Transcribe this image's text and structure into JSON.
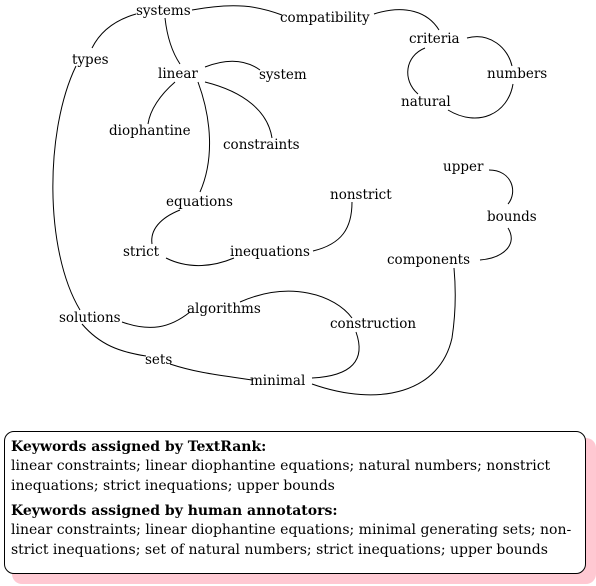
{
  "graph": {
    "nodes": {
      "systems": "systems",
      "compatibility": "compatibility",
      "types": "types",
      "criteria": "criteria",
      "linear": "linear",
      "system": "system",
      "numbers": "numbers",
      "natural": "natural",
      "diophantine": "diophantine",
      "constraints": "constraints",
      "upper": "upper",
      "nonstrict": "nonstrict",
      "equations": "equations",
      "bounds": "bounds",
      "strict": "strict",
      "inequations": "inequations",
      "components": "components",
      "solutions": "solutions",
      "algorithms": "algorithms",
      "construction": "construction",
      "sets": "sets",
      "minimal": "minimal"
    }
  },
  "keywords": {
    "textrank_title": "Keywords assigned by TextRank:",
    "textrank_text": "linear constraints; linear diophantine equations; natural numbers; nonstrict inequations; strict inequations; upper bounds",
    "human_title": "Keywords assigned by human annotators:",
    "human_text": "linear constraints; linear diophantine equations; minimal generating sets;  non-strict inequations; set of natural numbers; strict inequations; upper bounds"
  }
}
